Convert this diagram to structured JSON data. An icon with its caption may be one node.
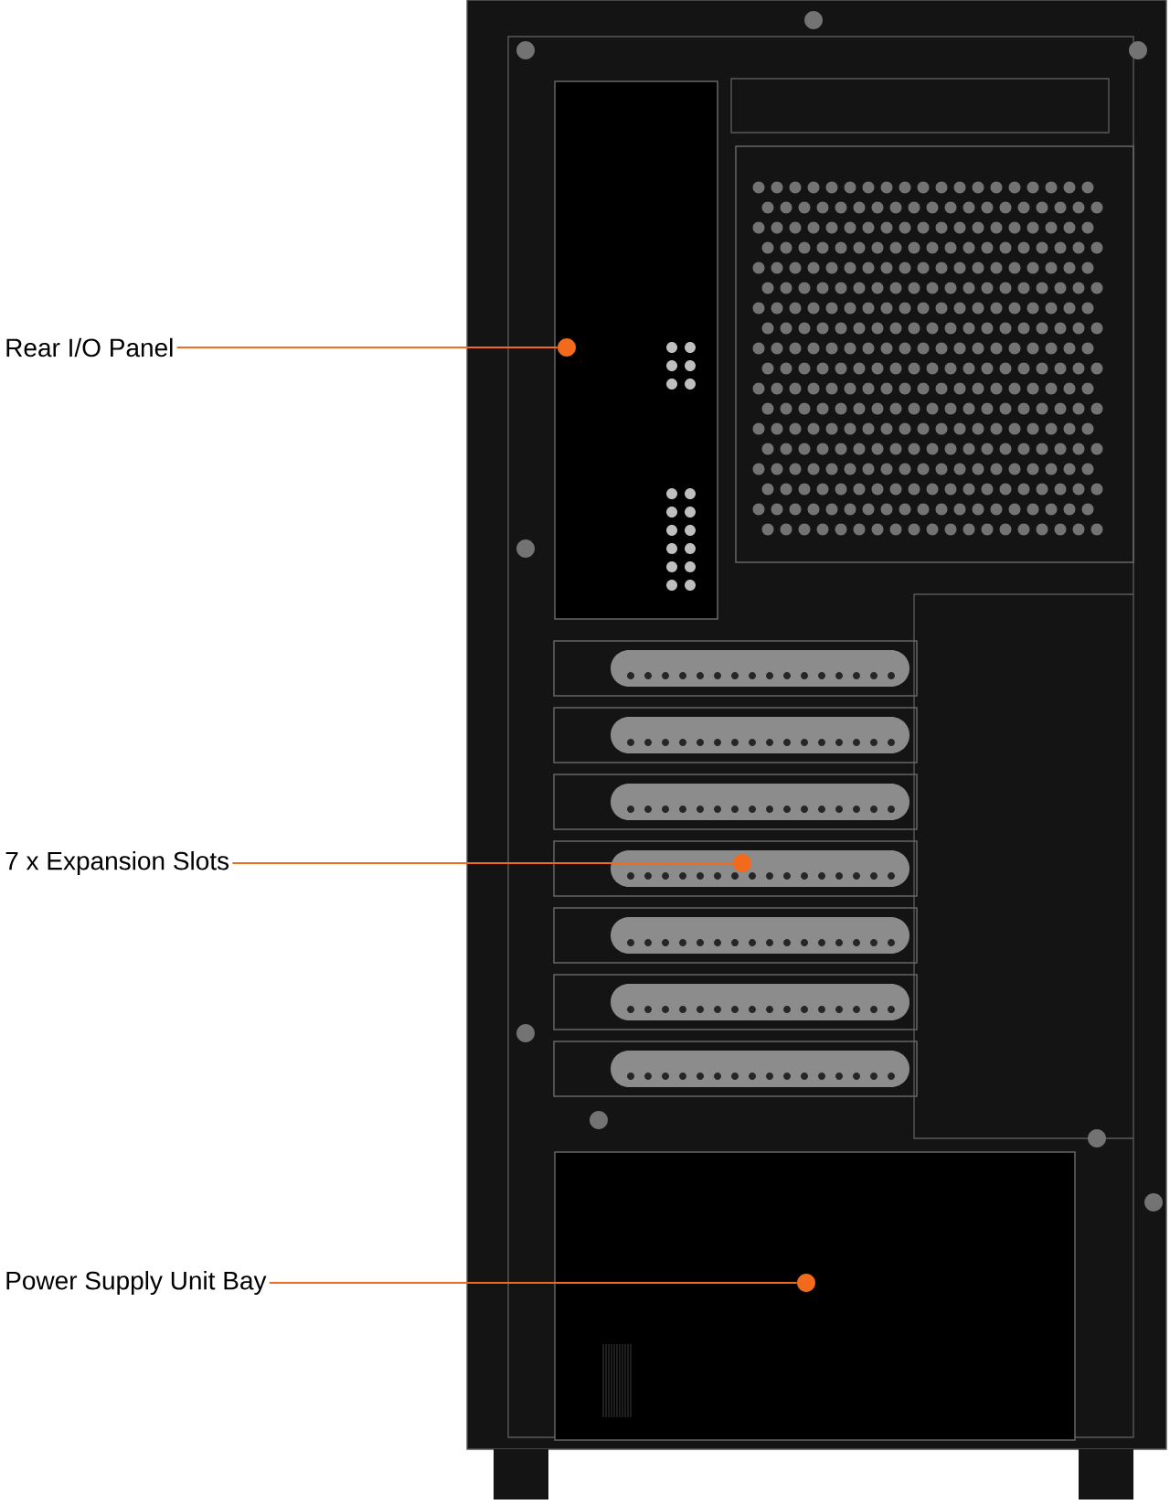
{
  "diagram": {
    "nodes": [
      {
        "text": [
          "Rear I/O Panel"
        ]
      },
      {
        "text": [
          "7 x Expansion Slots"
        ]
      },
      {
        "text": [
          "Power Supply Unit Bay"
        ]
      },
      {
        "text": [],
        "shape": "circle"
      },
      {
        "text": [],
        "shape": "circle"
      },
      {
        "text": [],
        "shape": "circle"
      }
    ],
    "edges": [
      {
        "from": 0,
        "to": 3,
        "arrow": "none"
      },
      {
        "from": 1,
        "to": 4,
        "arrow": "none"
      },
      {
        "from": 2,
        "to": 5,
        "arrow": "none"
      }
    ]
  }
}
